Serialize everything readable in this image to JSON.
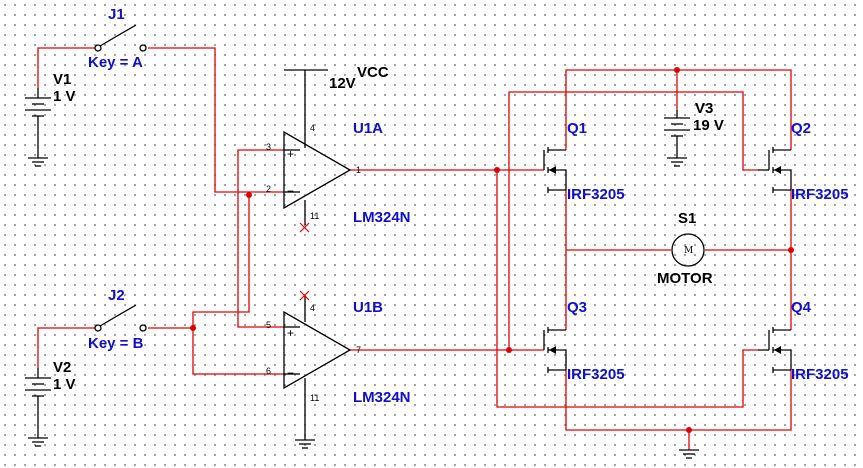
{
  "switches": [
    {
      "ref": "J1",
      "key_label": "Key = A"
    },
    {
      "ref": "J2",
      "key_label": "Key = B"
    }
  ],
  "sources": [
    {
      "ref": "V1",
      "value": "1 V"
    },
    {
      "ref": "V2",
      "value": "1 V"
    },
    {
      "ref": "V3",
      "value": "19 V"
    }
  ],
  "supply": {
    "net": "VCC",
    "value": "12V"
  },
  "opamps": [
    {
      "ref": "U1A",
      "part": "LM324N",
      "pins": {
        "plus": "3",
        "minus": "2",
        "out": "1",
        "vplus": "4",
        "vminus": "11"
      }
    },
    {
      "ref": "U1B",
      "part": "LM324N",
      "pins": {
        "plus": "5",
        "minus": "6",
        "out": "7",
        "vplus": "4",
        "vminus": "11"
      }
    }
  ],
  "mosfets": [
    {
      "ref": "Q1",
      "part": "IRF3205"
    },
    {
      "ref": "Q2",
      "part": "IRF3205"
    },
    {
      "ref": "Q3",
      "part": "IRF3205"
    },
    {
      "ref": "Q4",
      "part": "IRF3205"
    }
  ],
  "motor": {
    "ref": "S1",
    "label": "MOTOR",
    "symbol": "M"
  },
  "signs": {
    "plus": "+",
    "minus": "−"
  },
  "colors": {
    "wire": "#e00000",
    "label": "#1010c8",
    "component": "#000000",
    "grid_dot": "#8a8a8a"
  }
}
